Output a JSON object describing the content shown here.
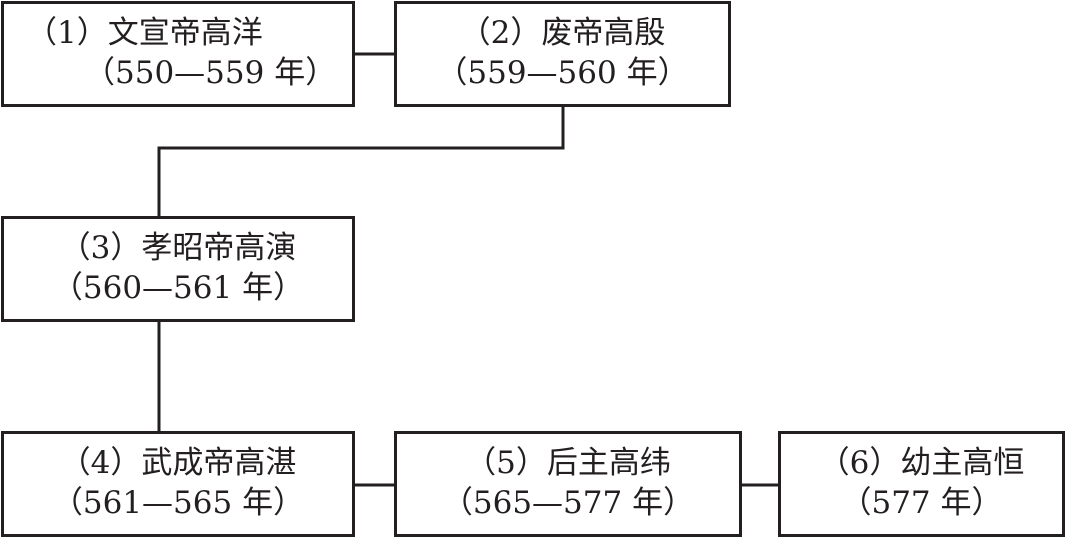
{
  "nodes": [
    {
      "id": 1,
      "line1": "（1）文宣帝高洋",
      "line2": "（550—559 年）"
    },
    {
      "id": 2,
      "line1": "（2）废帝高殷",
      "line2": "（559—560 年）"
    },
    {
      "id": 3,
      "line1": "（3）孝昭帝高演",
      "line2": "（560—561 年）"
    },
    {
      "id": 4,
      "line1": "（4）武成帝高湛",
      "line2": "（561—565 年）"
    },
    {
      "id": 5,
      "line1": "（5）后主高纬",
      "line2": "（565—577 年）"
    },
    {
      "id": 6,
      "line1": "（6）幼主高恒",
      "line2": "（577 年）"
    }
  ],
  "edges": [
    {
      "from": 1,
      "to": 2
    },
    {
      "from": 2,
      "to": 3
    },
    {
      "from": 3,
      "to": 4
    },
    {
      "from": 4,
      "to": 5
    },
    {
      "from": 5,
      "to": 6
    }
  ],
  "colors": {
    "line": "#231f20",
    "background": "#ffffff"
  }
}
